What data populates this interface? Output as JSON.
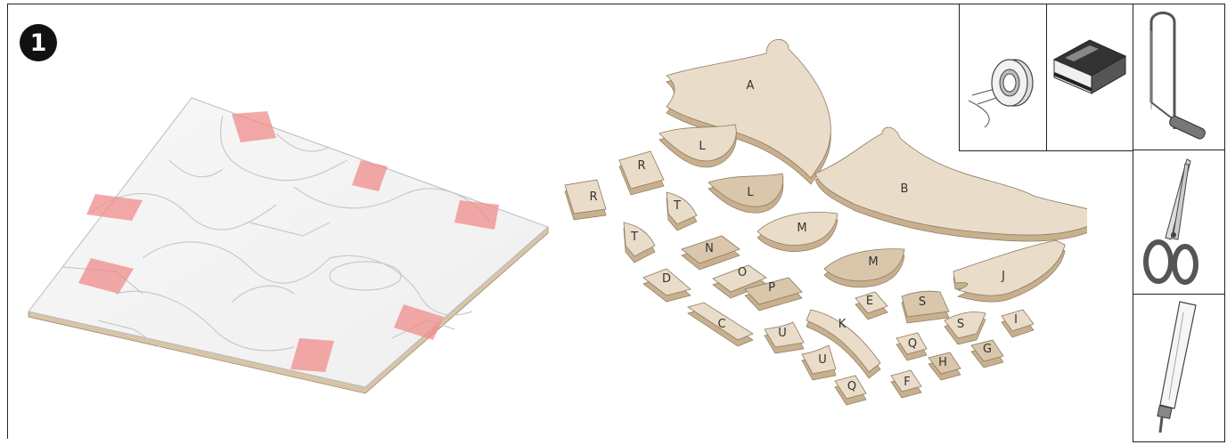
{
  "step": {
    "number": "1"
  },
  "parts": [
    {
      "id": "part-a",
      "label": "A"
    },
    {
      "id": "part-b",
      "label": "B"
    },
    {
      "id": "part-l1",
      "label": "L"
    },
    {
      "id": "part-l2",
      "label": "L"
    },
    {
      "id": "part-r1",
      "label": "R"
    },
    {
      "id": "part-r2",
      "label": "R"
    },
    {
      "id": "part-t1",
      "label": "T"
    },
    {
      "id": "part-t2",
      "label": "T"
    },
    {
      "id": "part-m1",
      "label": "M"
    },
    {
      "id": "part-m2",
      "label": "M"
    },
    {
      "id": "part-n",
      "label": "N"
    },
    {
      "id": "part-o",
      "label": "O"
    },
    {
      "id": "part-p",
      "label": "P"
    },
    {
      "id": "part-d",
      "label": "D"
    },
    {
      "id": "part-c",
      "label": "C"
    },
    {
      "id": "part-u1",
      "label": "U"
    },
    {
      "id": "part-u2",
      "label": "U"
    },
    {
      "id": "part-k",
      "label": "K"
    },
    {
      "id": "part-e",
      "label": "E"
    },
    {
      "id": "part-s1",
      "label": "S"
    },
    {
      "id": "part-s2",
      "label": "S"
    },
    {
      "id": "part-j",
      "label": "J"
    },
    {
      "id": "part-i",
      "label": "I"
    },
    {
      "id": "part-q1",
      "label": "Q"
    },
    {
      "id": "part-q2",
      "label": "Q"
    },
    {
      "id": "part-h",
      "label": "H"
    },
    {
      "id": "part-g",
      "label": "G"
    },
    {
      "id": "part-f",
      "label": "F"
    }
  ],
  "tools": [
    {
      "name": "tape-icon"
    },
    {
      "name": "sanding-block-icon"
    },
    {
      "name": "coping-saw-icon"
    },
    {
      "name": "scissors-icon"
    },
    {
      "name": "glue-tube-icon"
    }
  ],
  "colors": {
    "wood": "#e9dcc8",
    "wood_dark": "#d9c6ab",
    "wood_edge": "#c8b08f",
    "tape": "#f08c8c",
    "sheet": "#f4f4f4"
  }
}
